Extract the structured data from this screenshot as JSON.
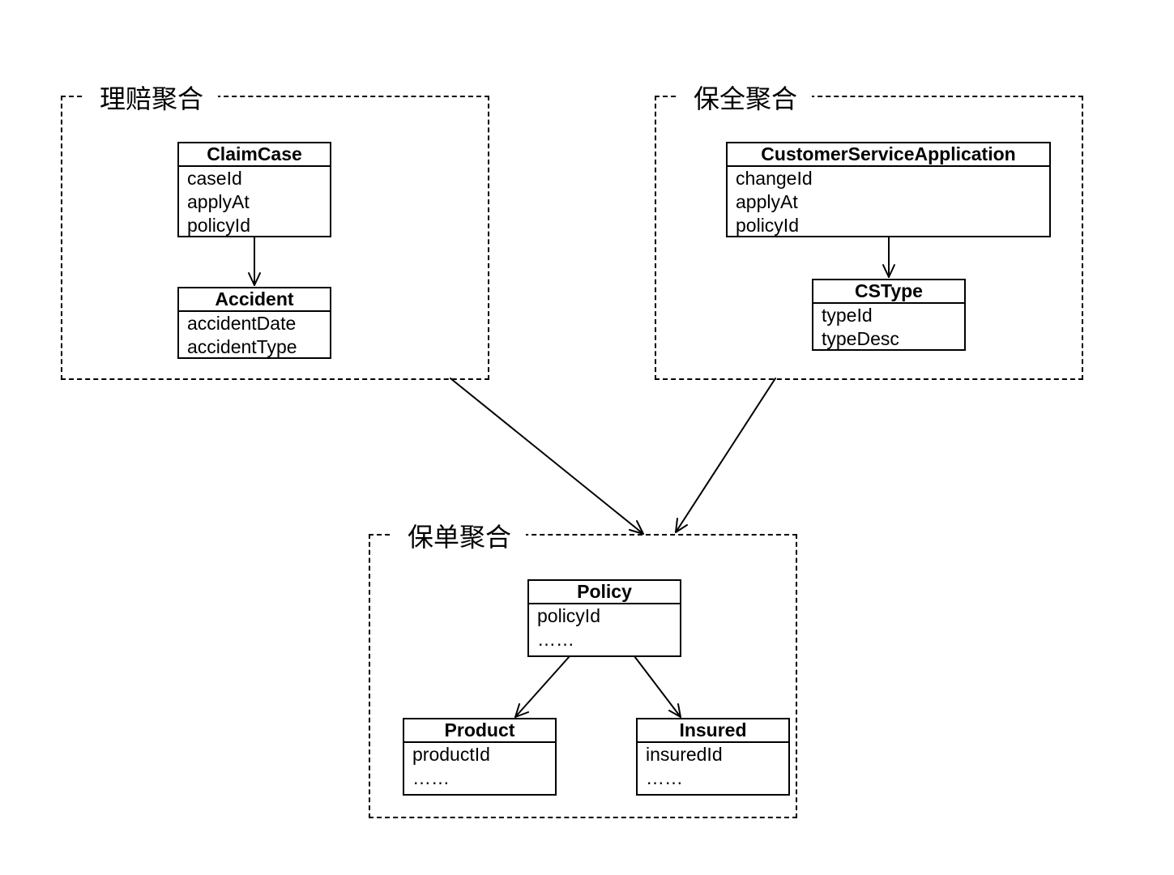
{
  "aggregates": {
    "claims": {
      "title": "理赔聚合",
      "classes": {
        "claim_case": {
          "name": "ClaimCase",
          "attributes": [
            "caseId",
            "applyAt",
            "policyId"
          ]
        },
        "accident": {
          "name": "Accident",
          "attributes": [
            "accidentDate",
            "accidentType"
          ]
        }
      }
    },
    "preservation": {
      "title": "保全聚合",
      "classes": {
        "customer_service_application": {
          "name": "CustomerServiceApplication",
          "attributes": [
            "changeId",
            "applyAt",
            "policyId"
          ]
        },
        "cs_type": {
          "name": "CSType",
          "attributes": [
            "typeId",
            "typeDesc"
          ]
        }
      }
    },
    "policy": {
      "title": "保单聚合",
      "classes": {
        "policy": {
          "name": "Policy",
          "attributes": [
            "policyId",
            "……"
          ]
        },
        "product": {
          "name": "Product",
          "attributes": [
            "productId",
            "……"
          ]
        },
        "insured": {
          "name": "Insured",
          "attributes": [
            "insuredId",
            "……"
          ]
        }
      }
    }
  }
}
